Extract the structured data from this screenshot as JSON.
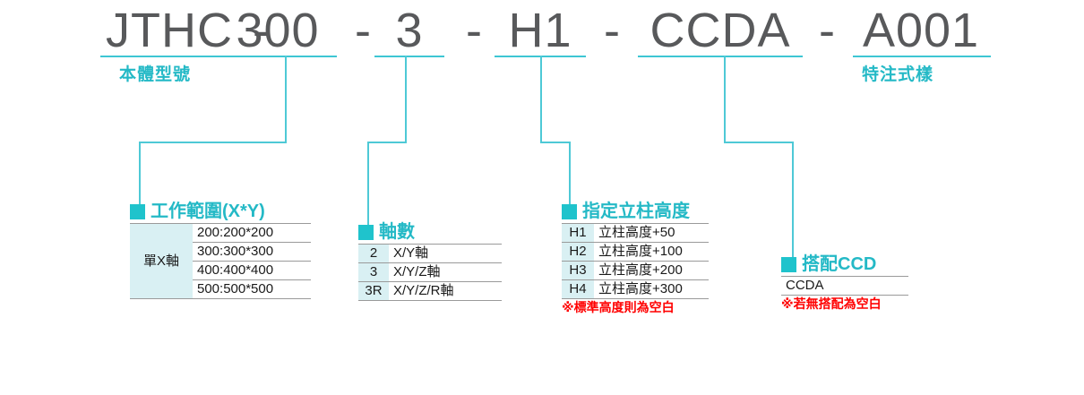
{
  "model": {
    "segments": [
      {
        "text": "JTHC",
        "caption": "本體型號"
      },
      {
        "text": "300",
        "caption": ""
      },
      {
        "text": "3",
        "caption": ""
      },
      {
        "text": "H1",
        "caption": ""
      },
      {
        "text": "CCDA",
        "caption": ""
      },
      {
        "text": "A001",
        "caption": "特注式樣"
      }
    ],
    "separator": "-"
  },
  "groups": {
    "working_range": {
      "title": "工作範圍",
      "title_suffix": "(X*Y)",
      "axis_label": "單X軸",
      "rows": [
        {
          "value": "200:200*200"
        },
        {
          "value": "300:300*300"
        },
        {
          "value": "400:400*400"
        },
        {
          "value": "500:500*500"
        }
      ]
    },
    "axis_count": {
      "title": "軸數",
      "rows": [
        {
          "code": "2",
          "desc": "X/Y軸"
        },
        {
          "code": "3",
          "desc": "X/Y/Z軸"
        },
        {
          "code": "3R",
          "desc": "X/Y/Z/R軸"
        }
      ]
    },
    "column_height": {
      "title": "指定立柱高度",
      "rows": [
        {
          "code": "H1",
          "desc": "立柱高度+50"
        },
        {
          "code": "H2",
          "desc": "立柱高度+100"
        },
        {
          "code": "H3",
          "desc": "立柱高度+200"
        },
        {
          "code": "H4",
          "desc": "立柱高度+300"
        }
      ],
      "note": "※標準高度則為空白"
    },
    "ccd": {
      "title": "搭配CCD",
      "rows": [
        {
          "code": "CCDA"
        }
      ],
      "note": "※若無搭配為空白"
    }
  },
  "colors": {
    "teal": "#1fc3cc",
    "teal_line": "#4ec9d6",
    "tint": "#d9f0f3",
    "text_dark": "#58595b",
    "note_red": "#ff0000"
  }
}
